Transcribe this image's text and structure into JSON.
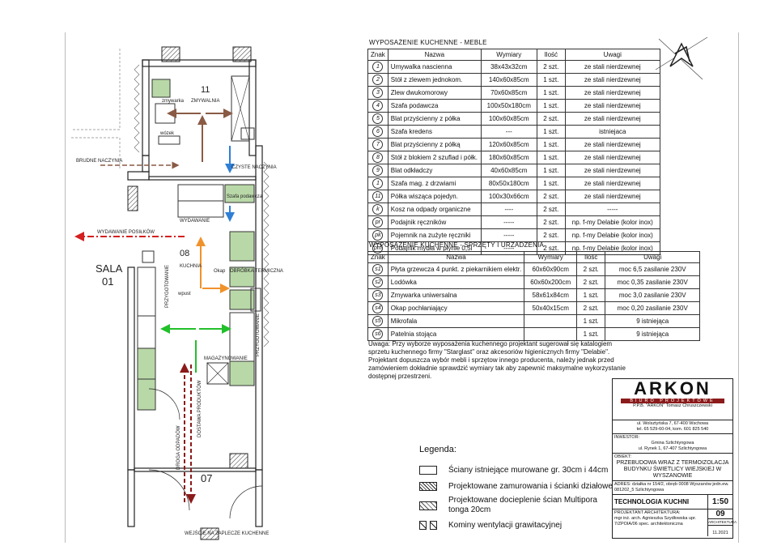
{
  "furniture_table": {
    "title": "WYPOSAŻENIE  KUCHENNE - MEBLE",
    "headers": [
      "Znak",
      "Nazwa",
      "Wymiary",
      "Ilość",
      "Uwagi"
    ],
    "rows": [
      [
        "1",
        "Umywalka nascienna",
        "38x43x32cm",
        "2 szt.",
        "ze stali nierdzewnej"
      ],
      [
        "2",
        "Stół z zlewem jednokom.",
        "140x60x85cm",
        "1 szt.",
        "ze stali nierdzewnej"
      ],
      [
        "3",
        "Zlew dwukomorowy",
        "70x60x85cm",
        "1 szt.",
        "ze stali nierdzewnej"
      ],
      [
        "4",
        "Szafa podawcza",
        "100x50x180cm",
        "1 szt.",
        "ze stali nierdzewnej"
      ],
      [
        "5",
        "Blat przyścienny z półka",
        "100x60x85cm",
        "2 szt.",
        "ze stali nierdzewnej"
      ],
      [
        "6",
        "Szafa kredens",
        "---",
        "1 szt.",
        "istniejaca"
      ],
      [
        "7",
        "Blat przyścienny z półką",
        "120x60x85cm",
        "1 szt.",
        "ze stali nierdzewnej"
      ],
      [
        "8",
        "Stół z blokiem 2 szuflad i półk.",
        "180x60x85cm",
        "1 szt.",
        "ze stali nierdzewnej"
      ],
      [
        "9",
        "Blat odkładczy",
        "40x60x85cm",
        "1 szt.",
        "ze stali nierdzewnej"
      ],
      [
        "1",
        "Szafa mag. z drzwiami",
        "80x50x180cm",
        "1 szt.",
        "ze stali nierdzewnej"
      ],
      [
        "11",
        "Półka wisząca pojedyn.",
        "100x30x66cm",
        "2 szt.",
        "ze stali nierdzewnej"
      ],
      [
        "k",
        "Kosz na odpady organiczne",
        "----",
        "2 szt.",
        "-----"
      ],
      [
        "pr",
        "Podajnik ręczników",
        "-----",
        "2 szt.",
        "np. f-my Delabie (kolor inox)"
      ],
      [
        "pk",
        "Pojemnik na zużyte ręczniki",
        "-----",
        "2 szt.",
        "np. f-my Delabie (kolor inox)"
      ],
      [
        "pm",
        "Podajnik mydła w płynie 0,5l",
        "-----",
        "2 szt.",
        "np. f-my Delabie (kolor inox)"
      ]
    ]
  },
  "equipment_table": {
    "title": "WYPOSAŻENIE KUCHENNE - SPRZĘTY I URZADZENIA",
    "headers": [
      "Znak",
      "Nazwa",
      "Wymiary",
      "Ilość",
      "Uwagi"
    ],
    "rows": [
      [
        "s1",
        "Płyta grzewcza 4 punkt. z piekarnikiem elektr.",
        "60x60x90cm",
        "2 szt.",
        "moc 6,5 zasilanie 230V"
      ],
      [
        "s2",
        "Lodówka",
        "60x60x200cm",
        "2 szt.",
        "moc 0,35 zasilanie 230V"
      ],
      [
        "s3",
        "Zmywarka uniwersalna",
        "58x61x84cm",
        "1 szt.",
        "moc 3,0 zasilanie 230V"
      ],
      [
        "s4",
        "Okap pochłaniający",
        "50x40x15cm",
        "2 szt.",
        "moc 0,20  zasilanie 230V"
      ],
      [
        "s5",
        "Mikrofala",
        "",
        "1 szt.",
        "9 istniejąca"
      ],
      [
        "s6",
        "Patelnia stojąca",
        "",
        "1 szt.",
        "9 istniejąca"
      ]
    ]
  },
  "note": "Uwaga: Przy wyborze wyposażenia kuchennego projektant sugerował się katalogiem sprzetu kuchennego firmy \"Starglast\" oraz akcesoriów higienicznych firmy \"Delabie\". Projektant dopuszcza wybór mebli i sprzętow innego producenta, należy jednak przed zamówieniem dokładnie sprawdzić wymiary tak aby zapewnić maksymalne wykorzystanie dostępnej przestrzeni.",
  "legend": {
    "title": "Legenda:",
    "items": [
      "Ściany istniejące murowane gr. 30cm i 44cm",
      "Projektowane zamurowania i ścianki działowe",
      "Projektowane docieplenie ścian Multipora tonga 20cm",
      "Kominy wentylacji grawitacyjnej"
    ]
  },
  "stamp": {
    "logo": "ARKON",
    "logo_sub": "BIURO PROJEKTOWE",
    "office": "P.P.B. \"ARKON\" Tomasz Chruszczewski",
    "office_addr": "ul. Wolsztyńska 7, 67-400 Wschowa",
    "office_tel": "tel. 65 529-60-04, kom. 601 825 540",
    "investor_label": "INWESTOR:",
    "investor": "Gmina Szlichtyngowa",
    "investor_addr": "ul. Rynek 1, 67-407 Szlichtyngowa",
    "object_label": "OBIEKT:",
    "object": "PRZEBUDOWA WRAZ Z TERMOIZOLACJA BUDYNKU ŚWIETLICY WIEJSKIEJ W WYSZANOWIE",
    "address_label": "ADRES:",
    "address": "działka nr 154/2, obręb 0008 Wyszanów jedn.ew. 081202_5 Szlichtyngowa",
    "drawing_title": "TECHNOLOGIA KUCHNI",
    "scale": "1:50",
    "sheet_no": "09",
    "branch": "ARCHITEKTURA",
    "designer_label": "PROJEKTANT ARCHITEKTURA:",
    "designer": "mgr inż. arch. Agnieszka Szydłowska upr. 7/ZPOIA/06 spec. architektoniczna",
    "date": "11.2021"
  },
  "plan": {
    "rooms": [
      {
        "num": "11",
        "name": "ZMYWALNIA"
      },
      {
        "num": "08",
        "name": "KUCHNIA"
      },
      {
        "num": "07",
        "name": ""
      }
    ],
    "sala": "SALA",
    "sala_num": "01",
    "labels": {
      "dirty_dishes": "BRUDNE NACZYNIA",
      "clean_dishes": "CZYSTE NACZYNIA",
      "serving": "WYDAWANIE POSIŁKÓW",
      "serving_short": "WYDAWANIE",
      "thermal": "OBRÓBKA TERMICZNA",
      "storage": "MAGAZYNOWANIE",
      "prep1": "PRZYGOTOWANIE",
      "prep2": "PRZYGOTOWANIE",
      "waste_path": "DROGA ODPADÓW",
      "product_path": "DOSTAWA PRODUKTÓW",
      "entrance": "WEJŚCIE NA ZAPLECZE KUCHENNE",
      "zmywarka": "zmywarka",
      "wozek": "wózek",
      "wpust": "wpust",
      "okap": "Okap",
      "szafa_podawcza": "Szafa podawcza"
    }
  },
  "colors": {
    "brown": "#8a5a44",
    "blue": "#2f7fd6",
    "orange": "#f0922b",
    "green": "#22c02a",
    "darkred": "#8b1a1a",
    "red": "#d42020",
    "equipment_fill": "#b9d8a8"
  }
}
